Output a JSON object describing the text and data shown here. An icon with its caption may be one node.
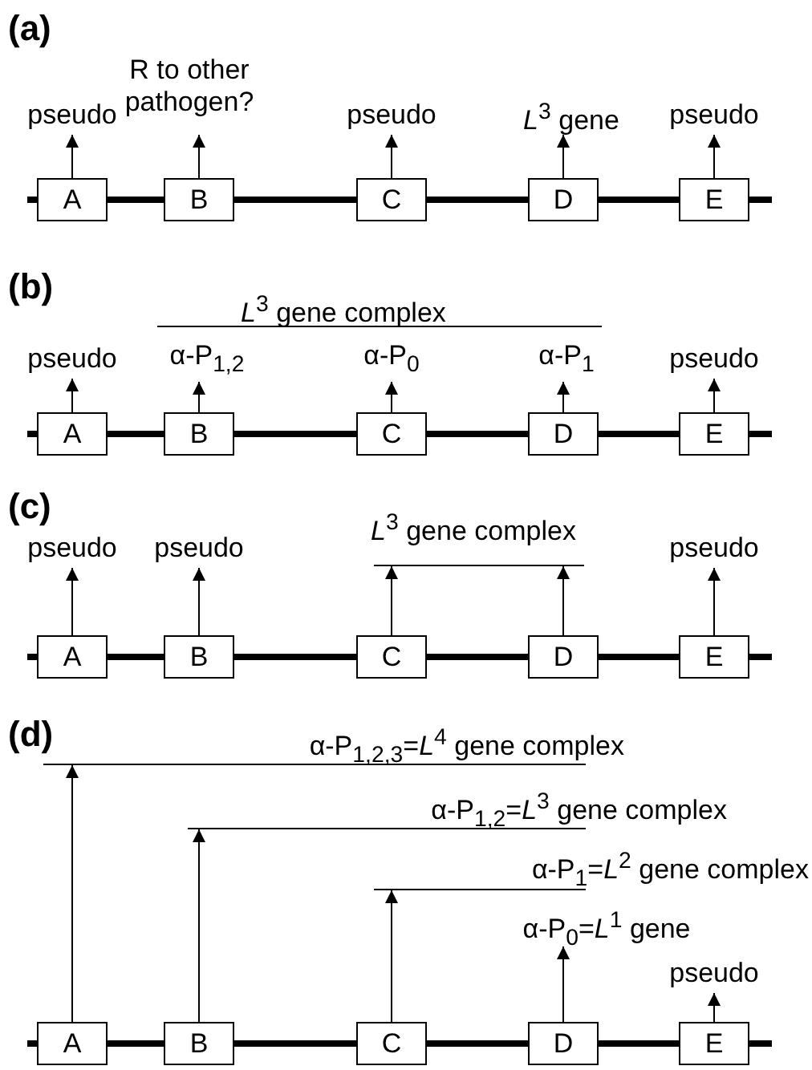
{
  "diagram": {
    "nodes": [
      {
        "text": [
          "pseudo"
        ]
      },
      {
        "text": [
          "R to other pathogen?"
        ]
      },
      {
        "text": [
          "pseudo"
        ]
      },
      {
        "text": [
          "*L*$^{3}$ gene"
        ]
      },
      {
        "text": [
          "pseudo"
        ]
      },
      {
        "text": [
          "A"
        ]
      },
      {
        "text": [
          "B"
        ]
      },
      {
        "text": [
          "C"
        ]
      },
      {
        "text": [
          "D"
        ]
      },
      {
        "text": [
          "E"
        ]
      },
      {
        "text": [
          "pseudo"
        ]
      },
      {
        "text": [
          "α-P$_{1,2}$"
        ]
      },
      {
        "text": [
          "α-P$_{0}$"
        ]
      },
      {
        "text": [
          "α-P$_{1}$"
        ]
      },
      {
        "text": [
          "pseudo"
        ]
      },
      {
        "text": [
          "A"
        ]
      },
      {
        "text": [
          "B"
        ]
      },
      {
        "text": [
          "C"
        ]
      },
      {
        "text": [
          "D"
        ]
      },
      {
        "text": [
          "E"
        ]
      },
      {
        "text": [
          "pseudo"
        ]
      },
      {
        "text": [
          "pseudo"
        ]
      },
      {
        "text": [
          "*L*$^{3}$ gene complex"
        ]
      },
      {
        "text": [
          "pseudo"
        ]
      },
      {
        "text": [
          "A"
        ]
      },
      {
        "text": [
          "B"
        ]
      },
      {
        "text": [
          "C"
        ]
      },
      {
        "text": [
          "D"
        ]
      },
      {
        "text": [
          "E"
        ]
      },
      {
        "text": [
          "α-P$_{1,2,3}$=*L*$^{4}$ gene complex"
        ]
      },
      {
        "text": [
          "α-P$_{1,2}$=*L*$^{3}$ gene complex"
        ]
      },
      {
        "text": [
          "α-P$_{1}$=*L*$^{2}$ gene complex"
        ]
      },
      {
        "text": [
          "α-P$_{0}$=*L*$^{1}$ gene"
        ]
      },
      {
        "text": [
          "pseudo"
        ]
      },
      {
        "text": [
          "A"
        ]
      },
      {
        "text": [
          "B"
        ]
      },
      {
        "text": [
          "C"
        ]
      },
      {
        "text": [
          "D"
        ]
      },
      {
        "text": [
          "E"
        ]
      }
    ],
    "edges": [
      {
        "from": 5,
        "to": 0,
        "arrow": "to"
      },
      {
        "from": 6,
        "to": 1,
        "arrow": "to"
      },
      {
        "from": 7,
        "to": 2,
        "arrow": "to"
      },
      {
        "from": 8,
        "to": 3,
        "arrow": "to"
      },
      {
        "from": 9,
        "to": 4,
        "arrow": "to"
      },
      {
        "from": 15,
        "to": 10,
        "arrow": "to"
      },
      {
        "from": 16,
        "to": 11,
        "arrow": "to"
      },
      {
        "from": 17,
        "to": 12,
        "arrow": "to"
      },
      {
        "from": 18,
        "to": 13,
        "arrow": "to"
      },
      {
        "from": 19,
        "to": 14,
        "arrow": "to"
      },
      {
        "from": 24,
        "to": 20,
        "arrow": "to"
      },
      {
        "from": 25,
        "to": 21,
        "arrow": "to"
      },
      {
        "from": 26,
        "to": 22,
        "arrow": "to"
      },
      {
        "from": 27,
        "to": 22,
        "arrow": "to"
      },
      {
        "from": 28,
        "to": 23,
        "arrow": "to"
      },
      {
        "from": 34,
        "to": 29,
        "arrow": "to"
      },
      {
        "from": 35,
        "to": 30,
        "arrow": "to"
      },
      {
        "from": 36,
        "to": 31,
        "arrow": "to"
      },
      {
        "from": 37,
        "to": 32,
        "arrow": "to"
      },
      {
        "from": 38,
        "to": 33,
        "arrow": "to"
      }
    ],
    "labels": [
      "(a)",
      "(b)",
      "*L*$^{3}$ gene complex",
      "(c)",
      "(d)"
    ]
  }
}
